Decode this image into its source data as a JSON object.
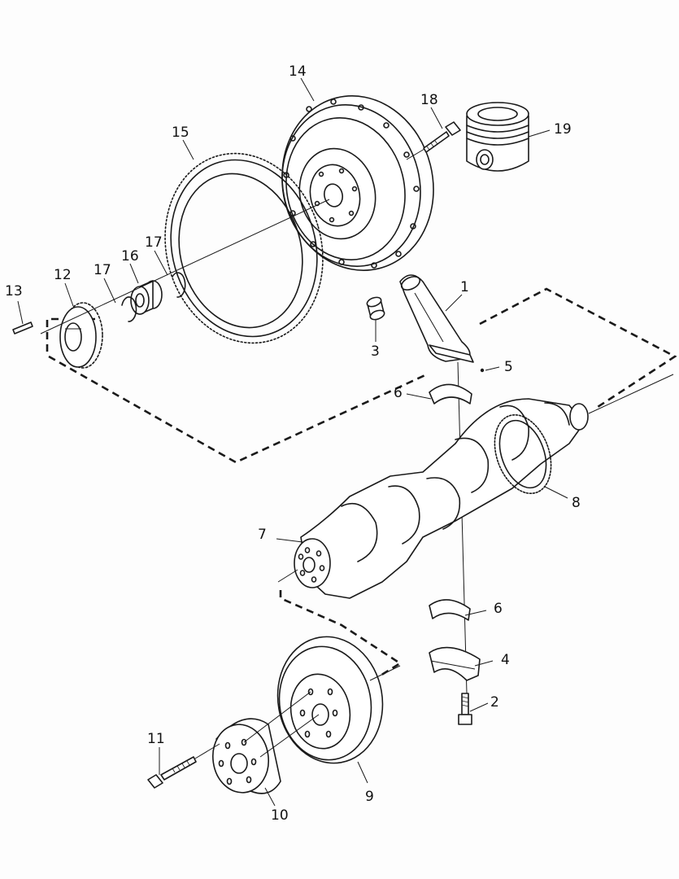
{
  "callouts": [
    {
      "id": "1",
      "text": "1"
    },
    {
      "id": "2",
      "text": "2"
    },
    {
      "id": "3",
      "text": "3"
    },
    {
      "id": "4",
      "text": "4"
    },
    {
      "id": "5",
      "text": "5"
    },
    {
      "id": "6a",
      "text": "6"
    },
    {
      "id": "6b",
      "text": "6"
    },
    {
      "id": "7",
      "text": "7"
    },
    {
      "id": "8",
      "text": "8"
    },
    {
      "id": "9",
      "text": "9"
    },
    {
      "id": "10",
      "text": "10"
    },
    {
      "id": "11",
      "text": "11"
    },
    {
      "id": "12",
      "text": "12"
    },
    {
      "id": "13",
      "text": "13"
    },
    {
      "id": "14",
      "text": "14"
    },
    {
      "id": "15",
      "text": "15"
    },
    {
      "id": "16",
      "text": "16"
    },
    {
      "id": "17a",
      "text": "17"
    },
    {
      "id": "17b",
      "text": "17"
    },
    {
      "id": "18",
      "text": "18"
    },
    {
      "id": "19",
      "text": "19"
    }
  ]
}
